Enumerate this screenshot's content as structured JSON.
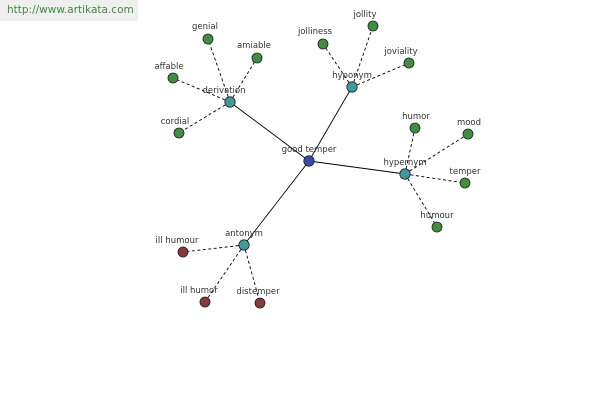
{
  "header": {
    "url": "http://www.artikata.com"
  },
  "colors": {
    "center": "#3a4aa6",
    "relation": "#3f9b9b",
    "leaf_positive": "#3f8f3f",
    "leaf_negative": "#8a3a3a",
    "edge": "#000000"
  },
  "graph": {
    "nodes": [
      {
        "id": "good-temper",
        "label": "good temper",
        "kind": "center"
      },
      {
        "id": "derivation",
        "label": "derivation",
        "kind": "relation"
      },
      {
        "id": "hyponym",
        "label": "hyponym",
        "kind": "relation"
      },
      {
        "id": "hypernym",
        "label": "hypernym",
        "kind": "relation"
      },
      {
        "id": "antonym",
        "label": "antonym",
        "kind": "relation"
      },
      {
        "id": "genial",
        "label": "genial",
        "kind": "leaf_positive"
      },
      {
        "id": "amiable",
        "label": "amiable",
        "kind": "leaf_positive"
      },
      {
        "id": "affable",
        "label": "affable",
        "kind": "leaf_positive"
      },
      {
        "id": "cordial",
        "label": "cordial",
        "kind": "leaf_positive"
      },
      {
        "id": "jollity",
        "label": "jollity",
        "kind": "leaf_positive"
      },
      {
        "id": "jolliness",
        "label": "jolliness",
        "kind": "leaf_positive"
      },
      {
        "id": "joviality",
        "label": "joviality",
        "kind": "leaf_positive"
      },
      {
        "id": "humor",
        "label": "humor",
        "kind": "leaf_positive"
      },
      {
        "id": "mood",
        "label": "mood",
        "kind": "leaf_positive"
      },
      {
        "id": "temper",
        "label": "temper",
        "kind": "leaf_positive"
      },
      {
        "id": "humour",
        "label": "humour",
        "kind": "leaf_positive"
      },
      {
        "id": "ill-humour",
        "label": "ill humour",
        "kind": "leaf_negative"
      },
      {
        "id": "ill-humor",
        "label": "ill humor",
        "kind": "leaf_negative"
      },
      {
        "id": "distemper",
        "label": "distemper",
        "kind": "leaf_negative"
      }
    ],
    "edges": [
      {
        "from": "good-temper",
        "to": "derivation",
        "style": "solid"
      },
      {
        "from": "good-temper",
        "to": "hyponym",
        "style": "solid"
      },
      {
        "from": "good-temper",
        "to": "hypernym",
        "style": "solid"
      },
      {
        "from": "good-temper",
        "to": "antonym",
        "style": "solid"
      },
      {
        "from": "derivation",
        "to": "genial",
        "style": "dashed"
      },
      {
        "from": "derivation",
        "to": "amiable",
        "style": "dashed"
      },
      {
        "from": "derivation",
        "to": "affable",
        "style": "dashed"
      },
      {
        "from": "derivation",
        "to": "cordial",
        "style": "dashed"
      },
      {
        "from": "hyponym",
        "to": "jollity",
        "style": "dashed"
      },
      {
        "from": "hyponym",
        "to": "jolliness",
        "style": "dashed"
      },
      {
        "from": "hyponym",
        "to": "joviality",
        "style": "dashed"
      },
      {
        "from": "hypernym",
        "to": "humor",
        "style": "dashed"
      },
      {
        "from": "hypernym",
        "to": "mood",
        "style": "dashed"
      },
      {
        "from": "hypernym",
        "to": "temper",
        "style": "dashed"
      },
      {
        "from": "hypernym",
        "to": "humour",
        "style": "dashed"
      },
      {
        "from": "antonym",
        "to": "ill-humour",
        "style": "dashed"
      },
      {
        "from": "antonym",
        "to": "ill-humor",
        "style": "dashed"
      },
      {
        "from": "antonym",
        "to": "distemper",
        "style": "dashed"
      }
    ]
  }
}
